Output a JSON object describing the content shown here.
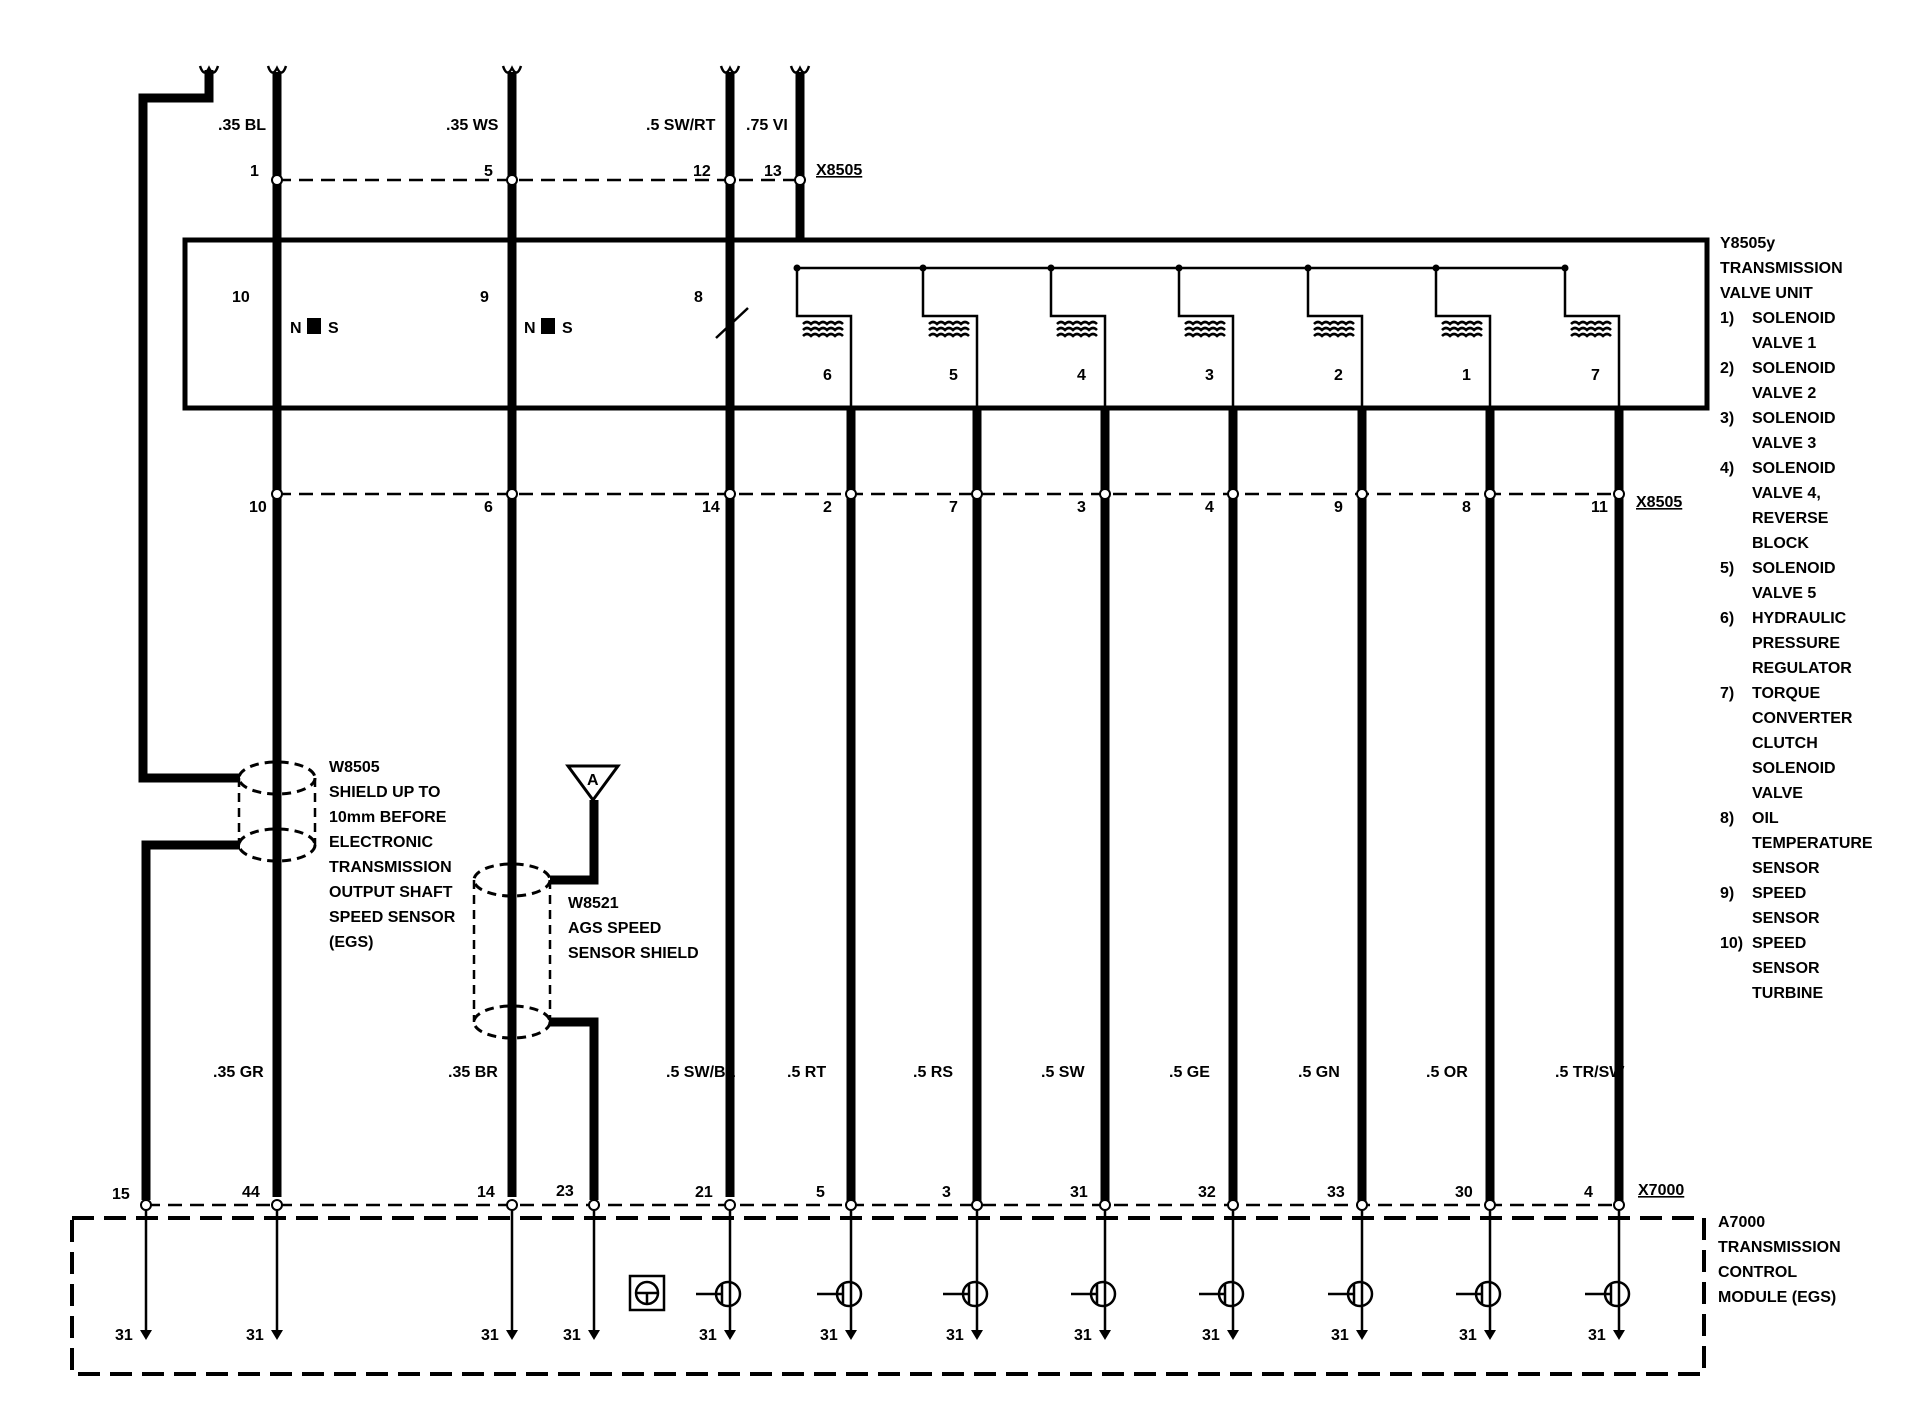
{
  "connectors": {
    "x8505_top": "X8505",
    "x8505_mid": "X8505",
    "x7000": "X7000"
  },
  "top_wires": [
    {
      "color": ".35 BL",
      "pin": "1"
    },
    {
      "color": ".35 WS",
      "pin": "5"
    },
    {
      "color": ".5 SW/RT",
      "pin": "12"
    },
    {
      "color": ".75 VI",
      "pin": "13"
    }
  ],
  "valve_unit": {
    "id": "Y8505y",
    "title_lines": [
      "TRANSMISSION",
      "VALVE UNIT"
    ],
    "legend": [
      {
        "num": "1)",
        "lines": [
          "SOLENOID",
          "VALVE 1"
        ]
      },
      {
        "num": "2)",
        "lines": [
          "SOLENOID",
          "VALVE 2"
        ]
      },
      {
        "num": "3)",
        "lines": [
          "SOLENOID",
          "VALVE 3"
        ]
      },
      {
        "num": "4)",
        "lines": [
          "SOLENOID",
          "VALVE 4,",
          "REVERSE",
          "BLOCK"
        ]
      },
      {
        "num": "5)",
        "lines": [
          "SOLENOID",
          "VALVE 5"
        ]
      },
      {
        "num": "6)",
        "lines": [
          "HYDRAULIC",
          "PRESSURE",
          "REGULATOR"
        ]
      },
      {
        "num": "7)",
        "lines": [
          "TORQUE",
          "CONVERTER",
          "CLUTCH",
          "SOLENOID",
          "VALVE"
        ]
      },
      {
        "num": "8)",
        "lines": [
          "OIL",
          "TEMPERATURE",
          "SENSOR"
        ]
      },
      {
        "num": "9)",
        "lines": [
          "SPEED",
          "SENSOR"
        ]
      },
      {
        "num": "10)",
        "lines": [
          "SPEED",
          "SENSOR",
          "TURBINE"
        ]
      }
    ],
    "sensor_labels": [
      "10",
      "9",
      "8"
    ],
    "sensor_pole_n": "N",
    "sensor_pole_s": "S",
    "solenoid_labels": [
      "6",
      "5",
      "4",
      "3",
      "2",
      "1",
      "7"
    ]
  },
  "mid_pins": [
    "10",
    "6",
    "14",
    "2",
    "7",
    "3",
    "4",
    "9",
    "8",
    "11"
  ],
  "bottom_wires": [
    {
      "color": ".35 GR",
      "pin": "44"
    },
    {
      "color": ".35 BR",
      "pin": "14"
    },
    {
      "color": ".5 SW/BL",
      "pin": "21"
    },
    {
      "color": ".5 RT",
      "pin": "5"
    },
    {
      "color": ".5 RS",
      "pin": "3"
    },
    {
      "color": ".5 SW",
      "pin": "31"
    },
    {
      "color": ".5 GE",
      "pin": "32"
    },
    {
      "color": ".5 GN",
      "pin": "33"
    },
    {
      "color": ".5 OR",
      "pin": "30"
    },
    {
      "color": ".5 TR/SW",
      "pin": "4"
    }
  ],
  "extra_pins": {
    "shield_pin": "15",
    "ags_shield_pin": "23"
  },
  "ground_label": "31",
  "shield_w8505": {
    "id": "W8505",
    "lines": [
      "SHIELD UP TO",
      "10mm BEFORE",
      "ELECTRONIC",
      "TRANSMISSION",
      "OUTPUT SHAFT",
      "SPEED SENSOR",
      "(EGS)"
    ]
  },
  "shield_w8521": {
    "id": "W8521",
    "lines": [
      "AGS SPEED",
      "SENSOR SHIELD"
    ]
  },
  "reference_marker": "A",
  "module": {
    "id": "A7000",
    "lines": [
      "TRANSMISSION",
      "CONTROL",
      "MODULE (EGS)"
    ]
  }
}
